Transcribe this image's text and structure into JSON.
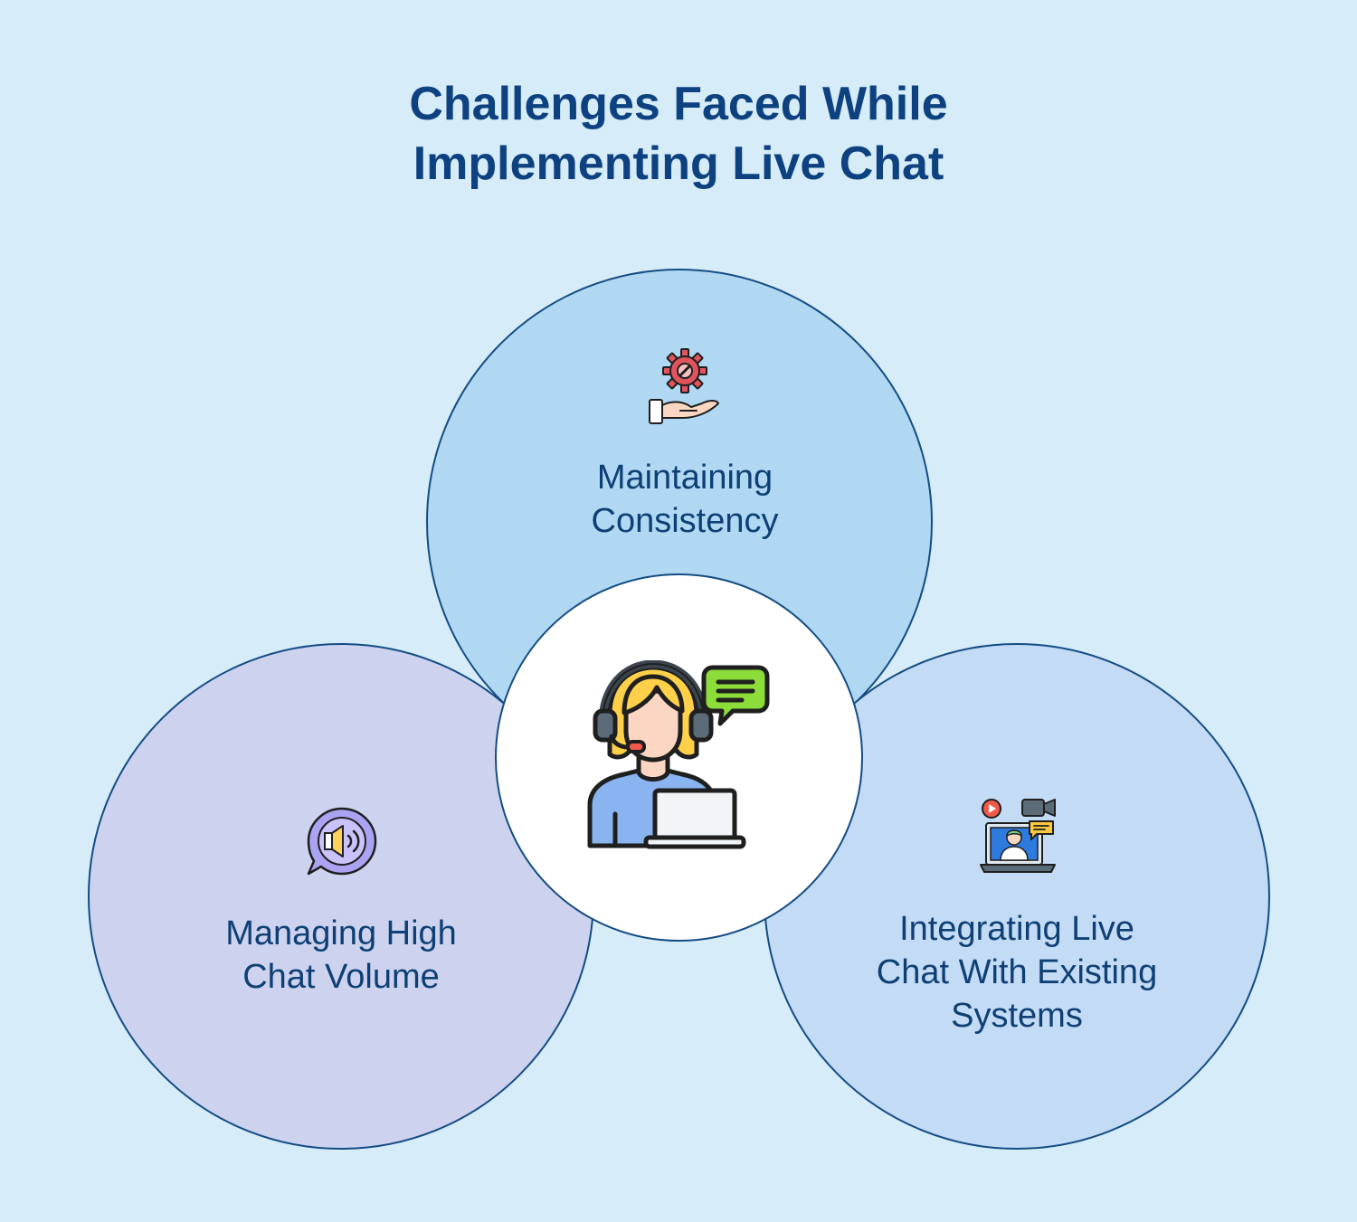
{
  "title": {
    "line1": "Challenges Faced While",
    "line2": "Implementing Live Chat"
  },
  "center": {
    "icon": "support-agent-icon"
  },
  "items": [
    {
      "id": "top",
      "lines": [
        "Maintaining",
        "Consistency"
      ],
      "icon": "gear-hand-icon"
    },
    {
      "id": "left",
      "lines": [
        "Managing High",
        "Chat Volume"
      ],
      "icon": "speaker-bubble-icon"
    },
    {
      "id": "right",
      "lines": [
        "Integrating Live",
        "Chat With Existing",
        "Systems"
      ],
      "icon": "video-call-icon"
    }
  ],
  "colors": {
    "background": "#d6ecf8",
    "title": "#0d4180",
    "circle_top": "#b0d8f3",
    "circle_left": "#cdd3ef",
    "circle_right": "#c3dbf5",
    "circle_center": "#ffffff",
    "border": "#144c84"
  }
}
